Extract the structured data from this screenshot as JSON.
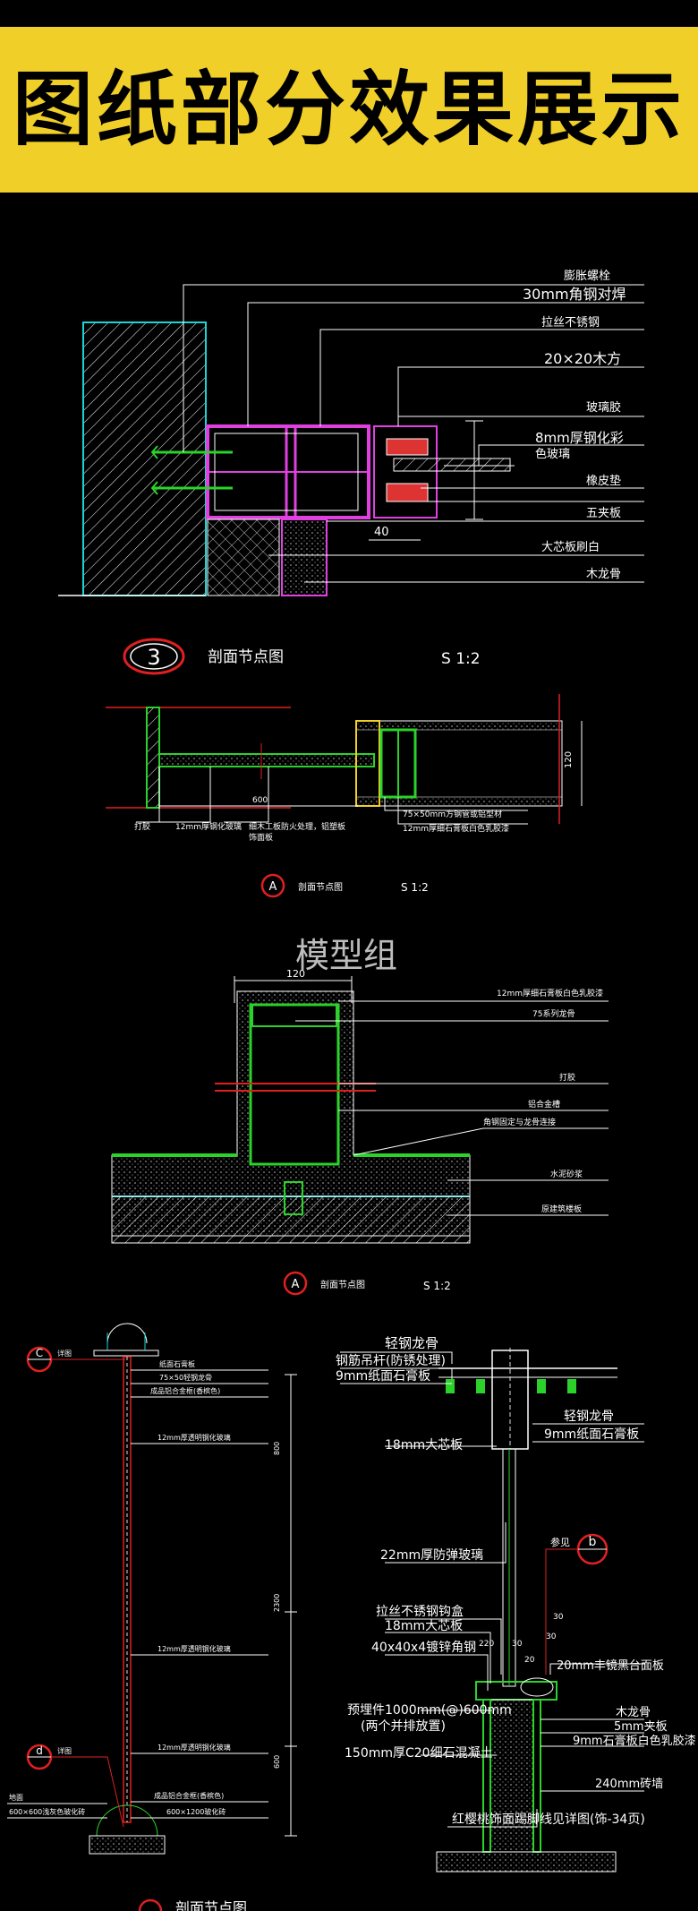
{
  "banner": {
    "title": "图纸部分效果展示"
  },
  "section1": {
    "labels": [
      "膨胀螺栓",
      "30mm角钢对焊",
      "拉丝不锈钢",
      "20×20木方",
      "玻璃胶",
      "8mm厚钢化彩",
      "色玻璃",
      "橡皮垫",
      "五夹板",
      "大芯板刷白",
      "木龙骨"
    ],
    "dim": "40",
    "badge_num": "3",
    "caption": "剖面节点图",
    "scale": "S 1:2"
  },
  "section2": {
    "labels": [
      "打胶",
      "12mm厚钢化玻璃",
      "细木工板防火处理，铝塑板",
      "饰面板",
      "75×50mm方钢管或铝型材",
      "12mm厚细石膏板白色乳胶漆"
    ],
    "dims": [
      "600",
      "120"
    ],
    "badge_letter": "A",
    "caption": "剖面节点图",
    "scale": "S 1:2"
  },
  "watermark": "模型组",
  "section3": {
    "dim": "120",
    "labels": [
      "12mm厚细石膏板白色乳胶漆",
      "75系列龙骨",
      "打胶",
      "铝合金槽",
      "角钢固定与龙骨连接",
      "水泥砂浆",
      "原建筑楼板"
    ],
    "badge_letter": "A",
    "caption": "剖面节点图",
    "scale": "S 1:2"
  },
  "section4": {
    "left_labels": [
      "纸面石膏板",
      "75×50轻钢龙骨",
      "成品铝合金框(香槟色)",
      "12mm厚透明钢化玻璃",
      "12mm厚透明钢化玻璃",
      "12mm厚透明钢化玻璃",
      "成品铝合金框(香槟色)",
      "600×1200玻化砖"
    ],
    "left_side": [
      "地面",
      "600×600浅灰色玻化砖"
    ],
    "badge_c": "C",
    "badge_d": "d",
    "ref_left": "详图",
    "ref_left2": "详图",
    "vdims": [
      "800",
      "2300",
      "600"
    ],
    "right_labels": [
      "轻钢龙骨",
      "钢筋吊杆(防锈处理)",
      "9mm纸面石膏板",
      "轻钢龙骨",
      "9mm纸面石膏板",
      "18mm大芯板",
      "22mm厚防弹玻璃",
      "拉丝不锈钢钩盒",
      "18mm大芯板",
      "40x40x4镀锌角钢",
      "20mm丰镜黑台面板",
      "预埋件1000mm(@)600mm",
      "(两个并排放置)",
      "150mm厚C20细石混凝土",
      "木龙骨",
      "5mm夹板",
      "9mm石膏板白色乳胶漆",
      "240mm砖墙",
      "红樱桃饰面踢脚线见详图(饰-34页)"
    ],
    "ref_right": "参见",
    "badge_b": "b",
    "small_dims": [
      "220",
      "30",
      "20",
      "30",
      "30"
    ],
    "caption_partial": "剖面节点图"
  }
}
